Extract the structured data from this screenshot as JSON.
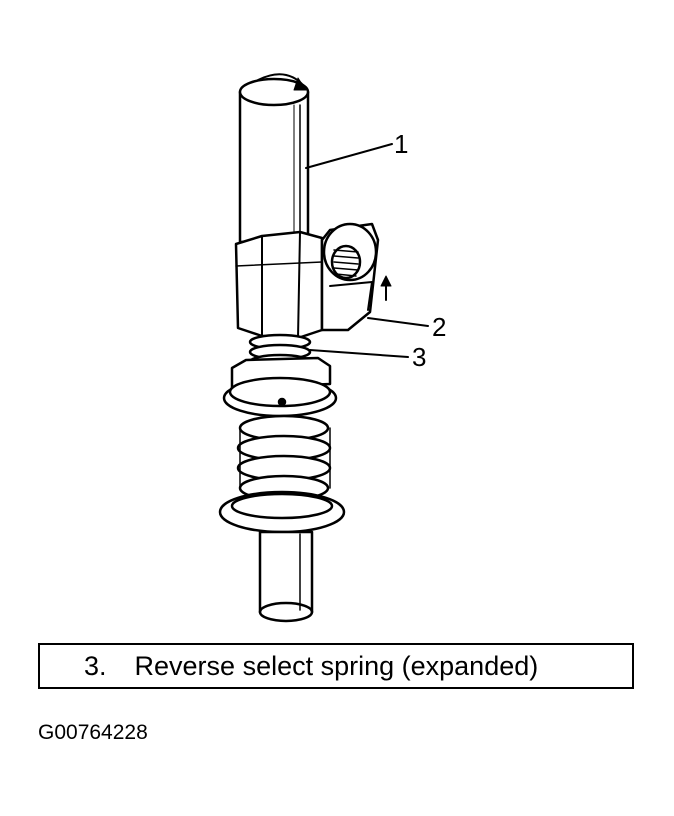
{
  "callouts": [
    {
      "number": "1",
      "part": "shaft"
    },
    {
      "number": "2",
      "part": "reverse-select-lever"
    },
    {
      "number": "3",
      "part": "reverse-select-spring"
    }
  ],
  "caption": {
    "index": "3.",
    "text": "Reverse select spring (expanded)"
  },
  "figure_id": "G00764228",
  "colors": {
    "line": "#000000",
    "background": "#ffffff"
  }
}
